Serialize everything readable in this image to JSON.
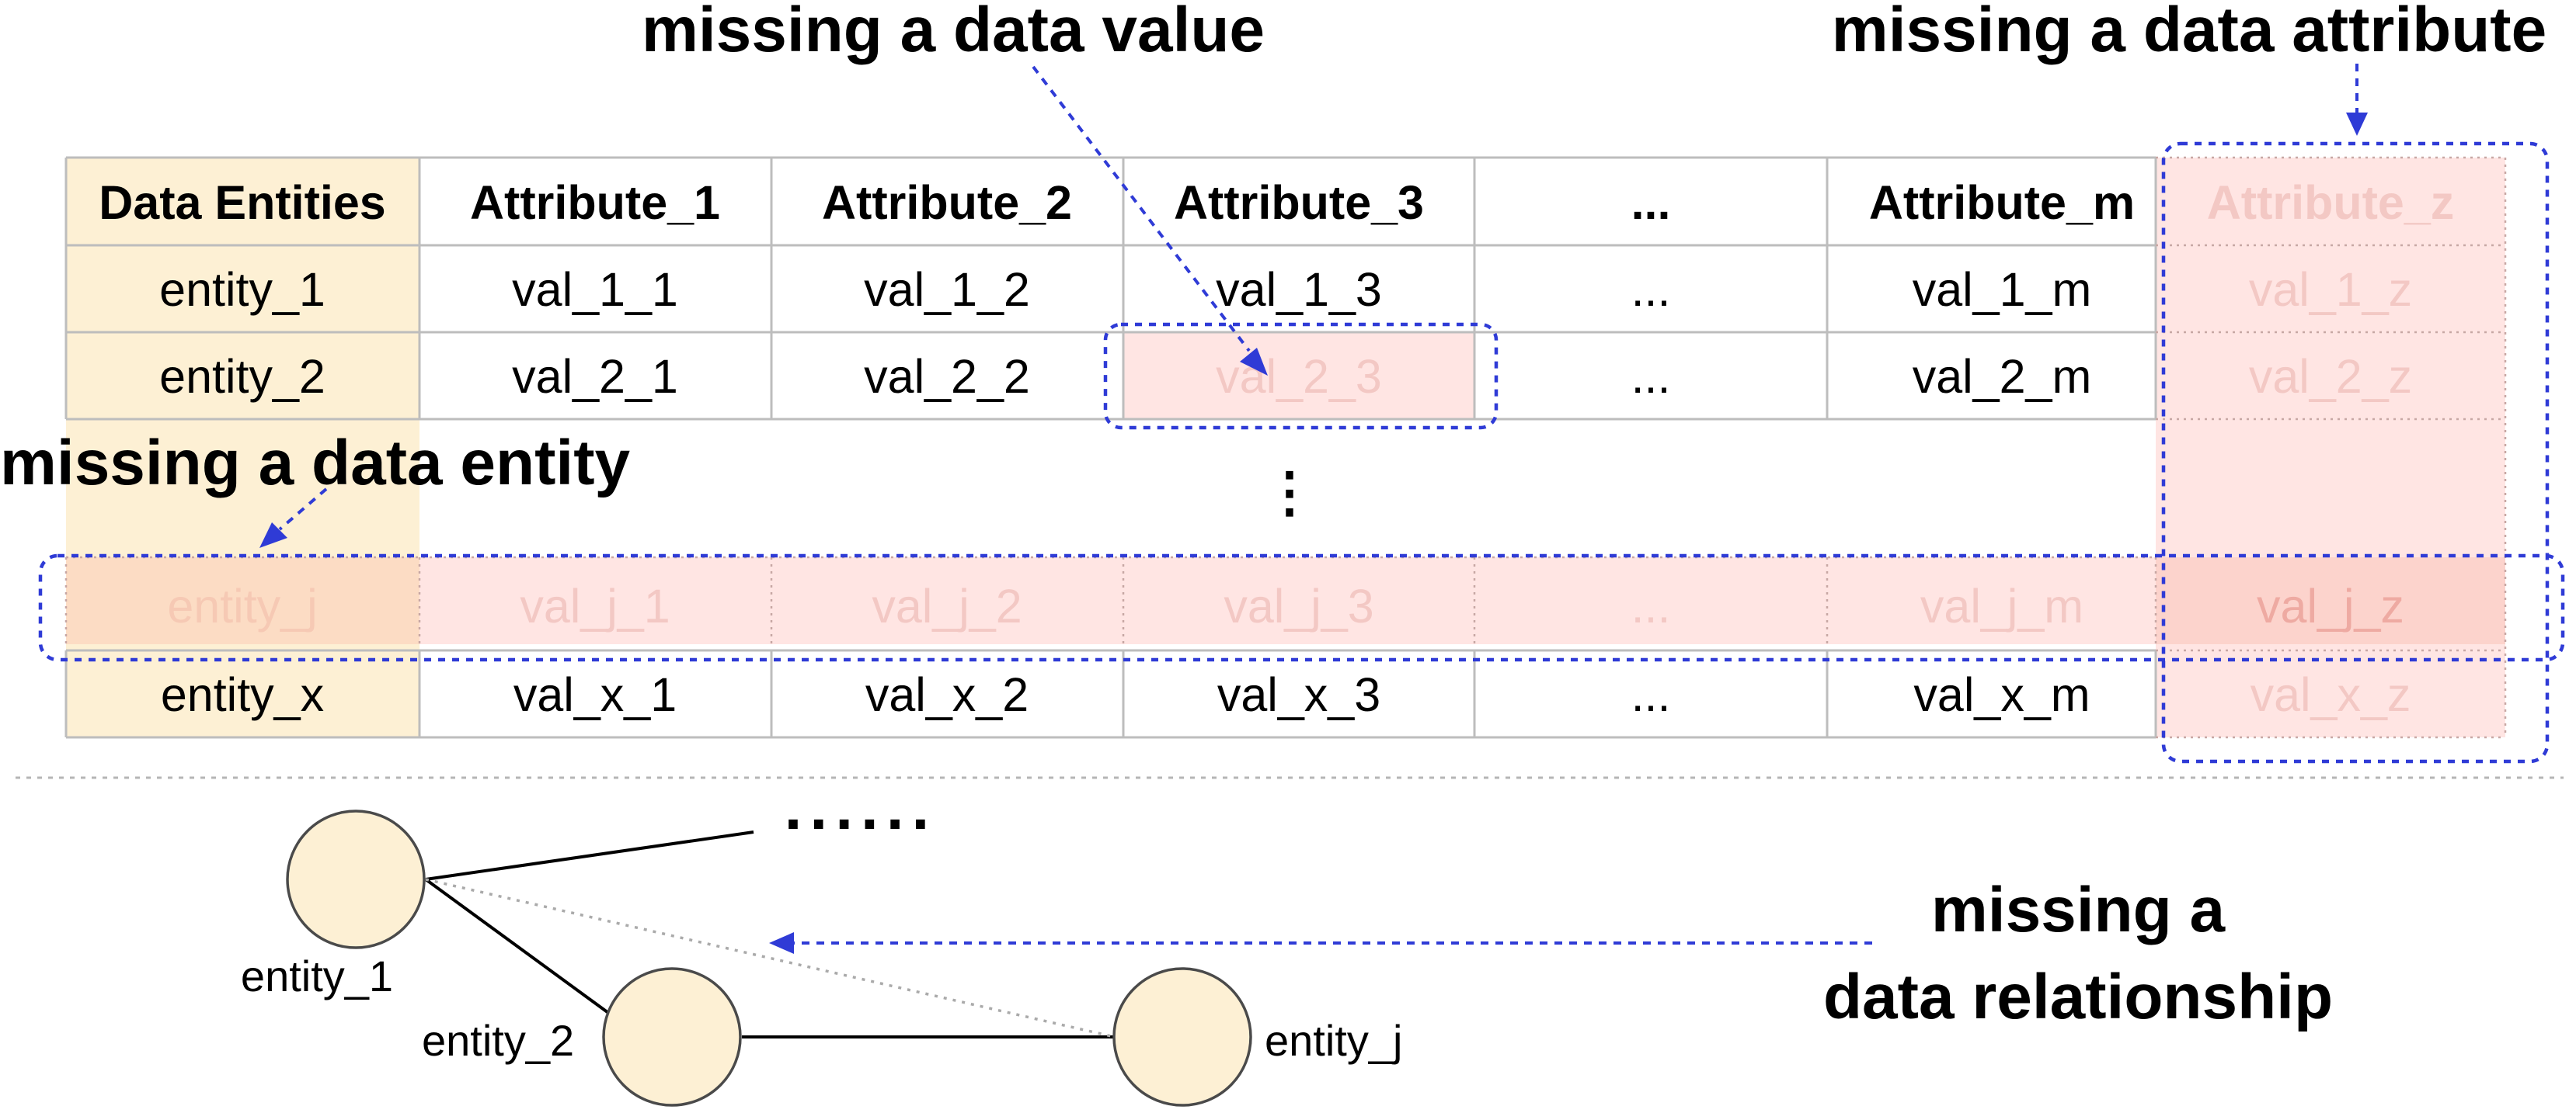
{
  "callouts": {
    "missing_value": "missing a data value",
    "missing_attribute": "missing a data attribute",
    "missing_entity": "missing a data entity",
    "missing_relationship_line1": "missing a",
    "missing_relationship_line2": "data relationship"
  },
  "table": {
    "headers": [
      "Data Entities",
      "Attribute_1",
      "Attribute_2",
      "Attribute_3",
      "...",
      "Attribute_m",
      "Attribute_z"
    ],
    "rows": [
      [
        "entity_1",
        "val_1_1",
        "val_1_2",
        "val_1_3",
        "...",
        "val_1_m",
        "val_1_z"
      ],
      [
        "entity_2",
        "val_2_1",
        "val_2_2",
        "val_2_3",
        "...",
        "val_2_m",
        "val_2_z"
      ],
      [
        "entity_j",
        "val_j_1",
        "val_j_2",
        "val_j_3",
        "...",
        "val_j_m",
        "val_j_z"
      ],
      [
        "entity_x",
        "val_x_1",
        "val_x_2",
        "val_x_3",
        "...",
        "val_x_m",
        "val_x_z"
      ]
    ],
    "row_gap_marker": "⋮"
  },
  "graph": {
    "nodes": [
      "entity_1",
      "entity_2",
      "entity_j"
    ],
    "ellipsis": "......"
  },
  "colors": {
    "entity_column": "#fdf0d4",
    "missing_fill": "#ffe5e3",
    "highlight_accent": "#2f3bd6"
  }
}
